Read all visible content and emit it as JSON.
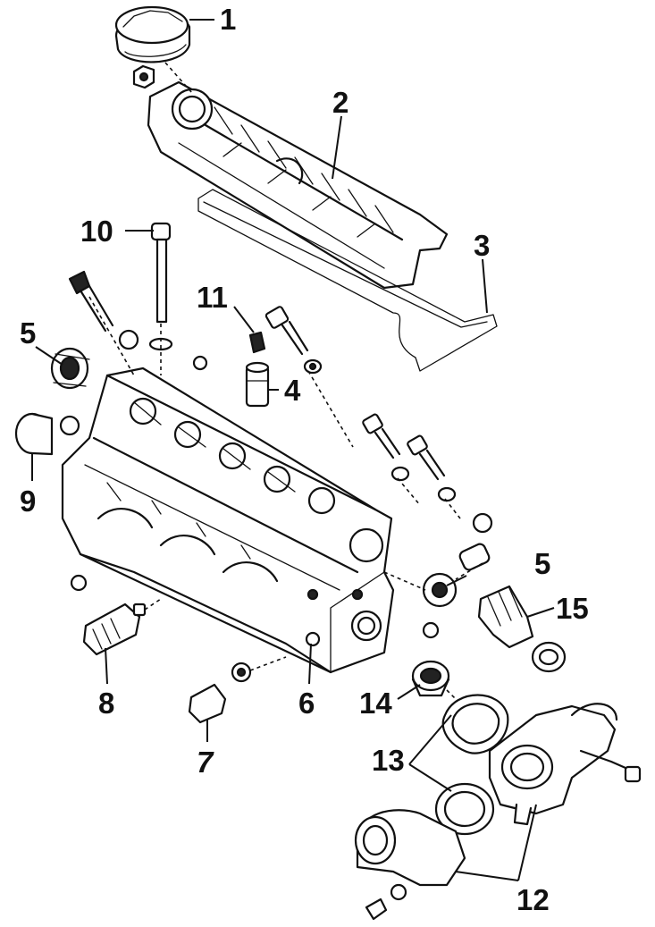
{
  "callouts": {
    "c1": "1",
    "c2": "2",
    "c3": "3",
    "c4": "4",
    "c5a": "5",
    "c5b": "5",
    "c6": "6",
    "c7": "7",
    "c8": "8",
    "c9": "9",
    "c10": "10",
    "c11": "11",
    "c12": "12",
    "c13": "13",
    "c14": "14",
    "c15": "15"
  }
}
